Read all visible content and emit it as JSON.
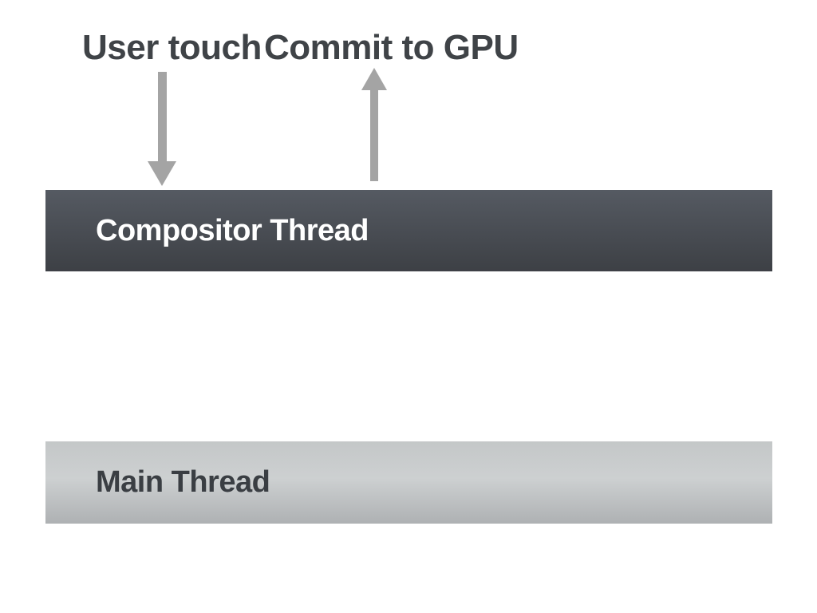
{
  "labels": {
    "user_touch": "User touch",
    "commit_to_gpu": "Commit to GPU"
  },
  "arrows": {
    "user_touch_direction": "down",
    "commit_to_gpu_direction": "up",
    "color": "#a4a4a4"
  },
  "bars": {
    "compositor": {
      "label": "Compositor Thread",
      "text_color": "#ffffff",
      "gradient_top": "#555a62",
      "gradient_bottom": "#3d4045"
    },
    "main": {
      "label": "Main Thread",
      "text_color": "#3a3e43",
      "gradient_top": "#c4c7c8",
      "gradient_mid": "#cdd0d1",
      "gradient_bottom": "#aeb1b3"
    }
  },
  "colors": {
    "background": "#ffffff",
    "heading_text": "#3f4347"
  }
}
